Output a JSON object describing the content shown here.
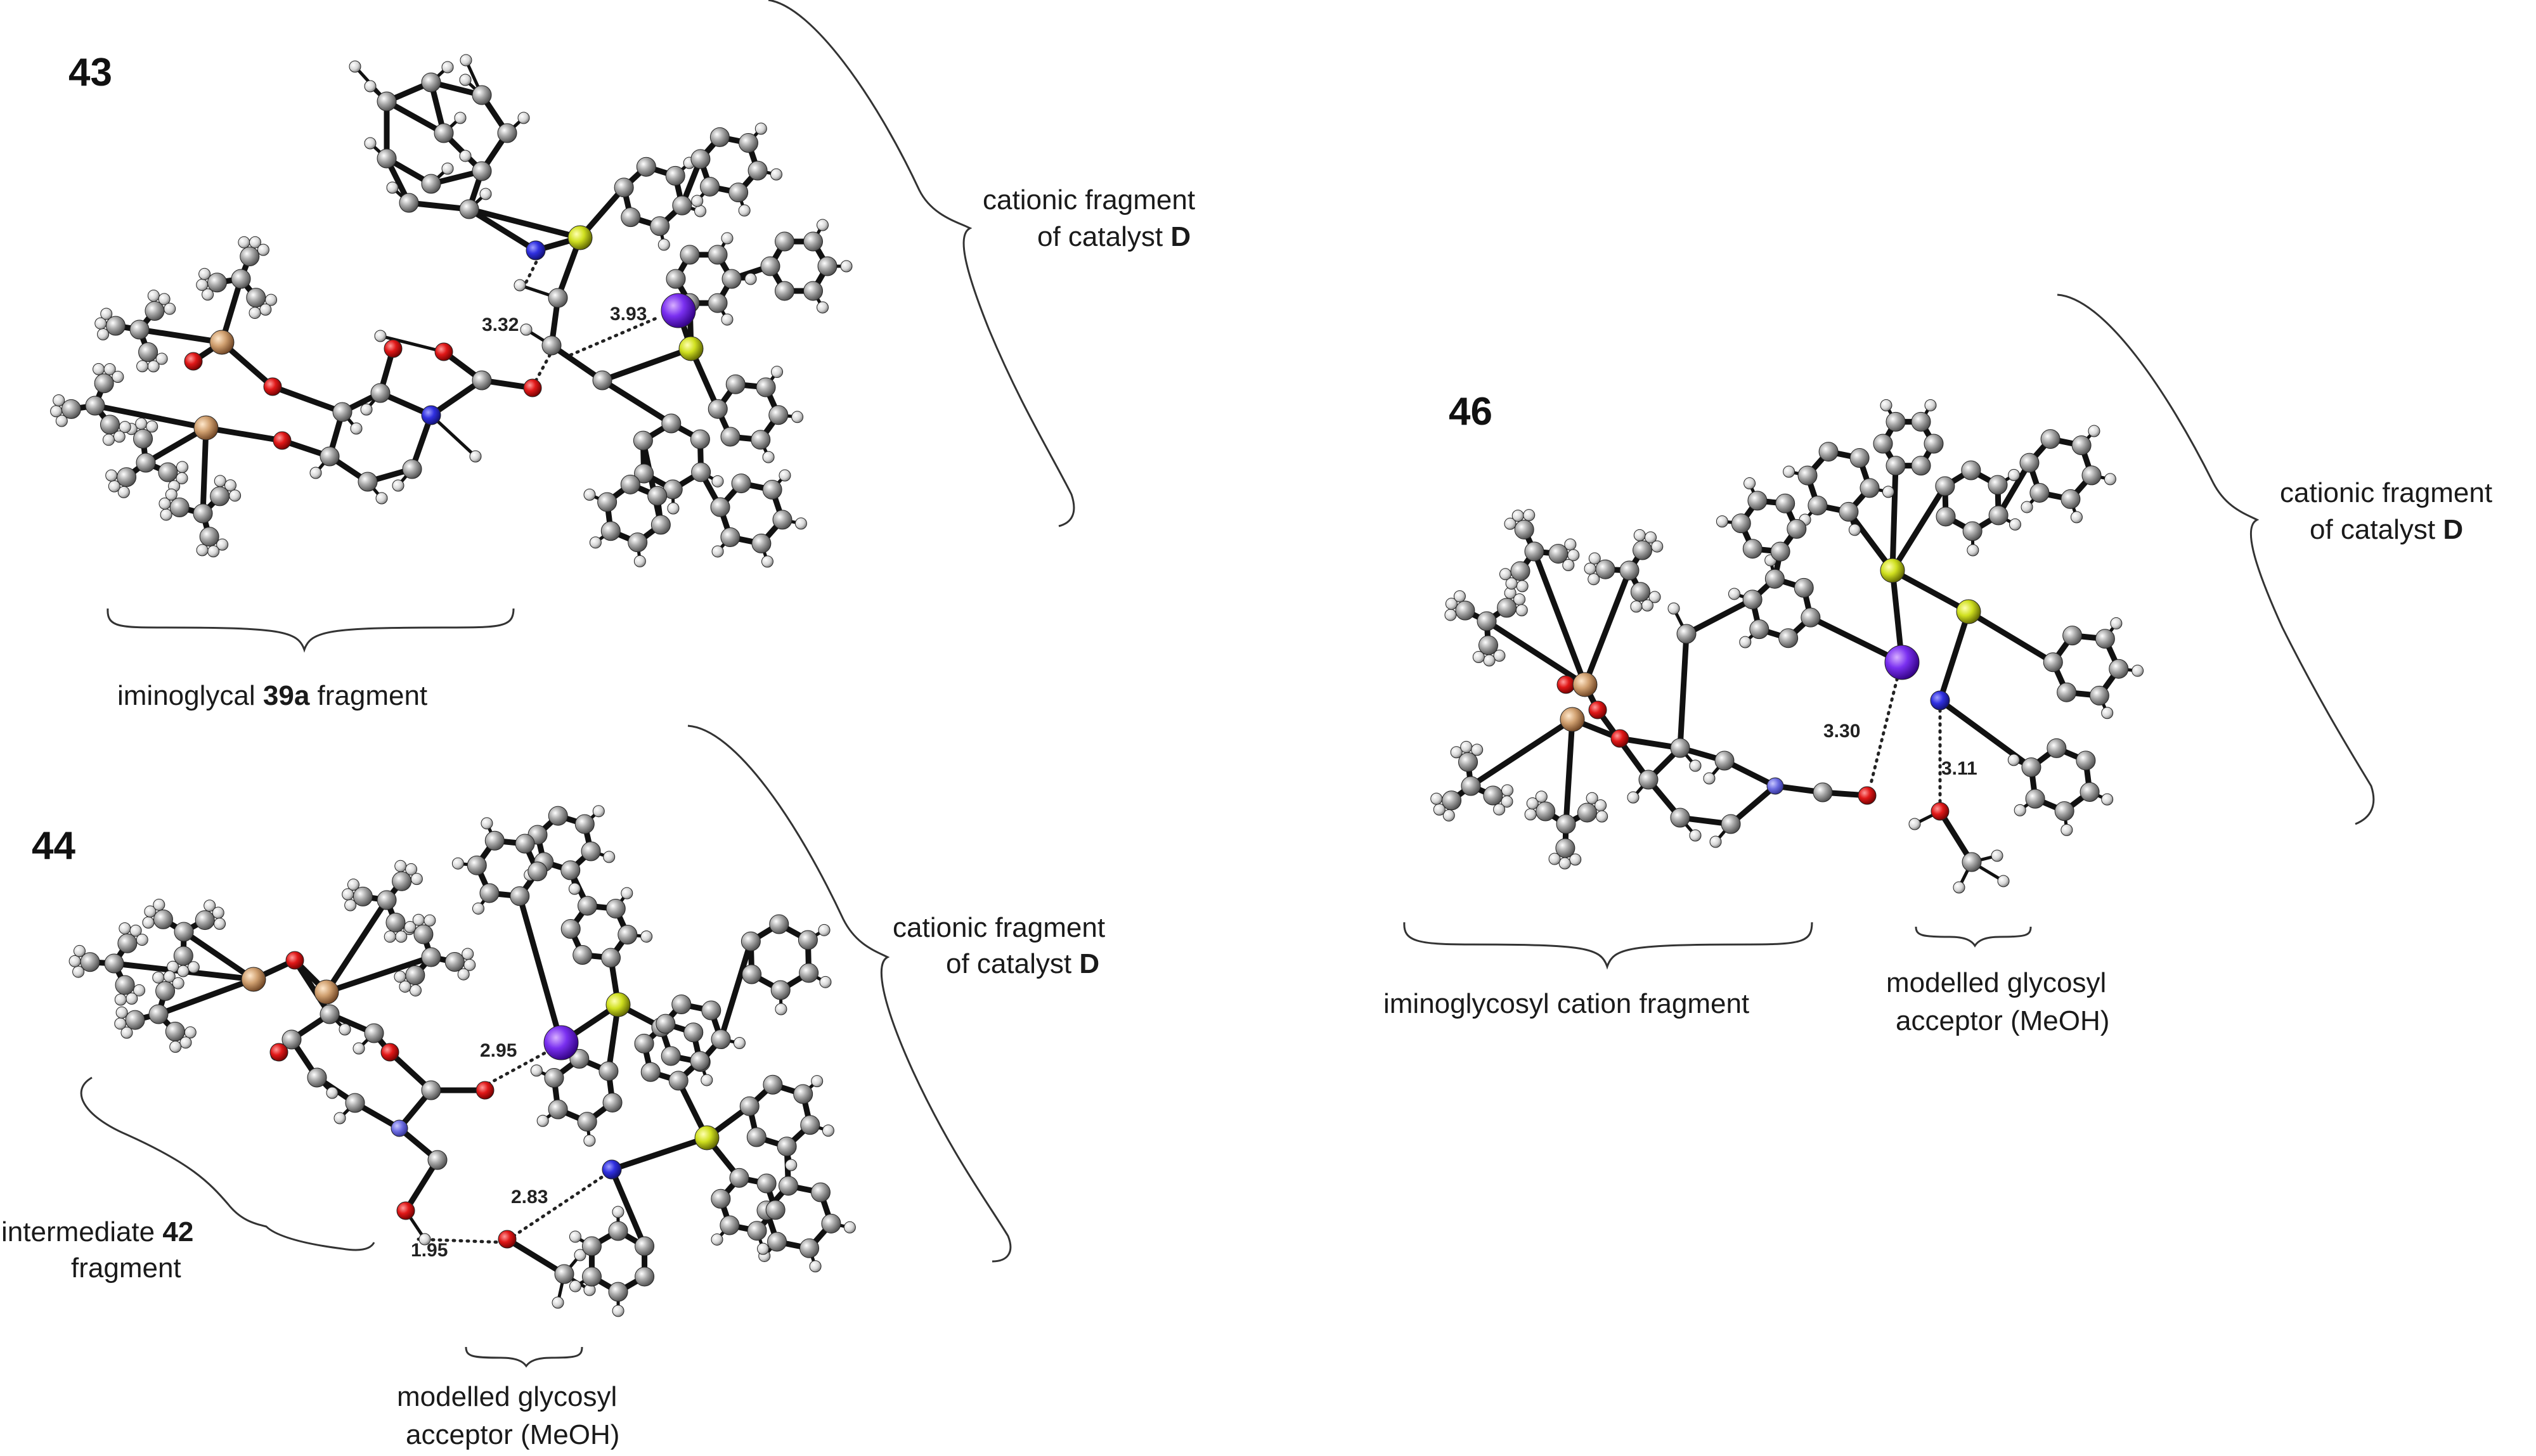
{
  "panels": {
    "p43": {
      "number": "43",
      "cationic_label_line1": "cationic fragment",
      "cationic_label_line2": "of catalyst ",
      "catalyst_letter": "D",
      "glycal_label_pre": "iminoglycal ",
      "glycal_label_bold": "39a",
      "glycal_label_post": " fragment",
      "distances": [
        "3.32",
        "3.93"
      ]
    },
    "p44": {
      "number": "44",
      "cationic_label_line1": "cationic fragment",
      "cationic_label_line2": "of catalyst ",
      "catalyst_letter": "D",
      "intermediate_label_pre": "intermediate ",
      "intermediate_label_bold": "42",
      "intermediate_label_line2": "fragment",
      "acceptor_line1": "modelled glycosyl",
      "acceptor_line2": "acceptor (MeOH)",
      "distances": [
        "2.95",
        "2.83",
        "1.95"
      ]
    },
    "p46": {
      "number": "46",
      "cationic_label_line1": "cationic fragment",
      "cationic_label_line2": "of catalyst ",
      "catalyst_letter": "D",
      "cation_label": "iminoglycosyl cation fragment",
      "acceptor_line1": "modelled glycosyl",
      "acceptor_line2": "acceptor (MeOH)",
      "distances": [
        "3.30",
        "3.11"
      ]
    }
  },
  "atom_colors": {
    "carbon": "#8f8f8f",
    "hydrogen": "#d8d8d8",
    "oxygen": "#d01010",
    "nitrogen": "#2a2ad8",
    "phosphorus": "#c8d820",
    "silicon": "#c89868",
    "iodine_like": "#7030e0"
  }
}
